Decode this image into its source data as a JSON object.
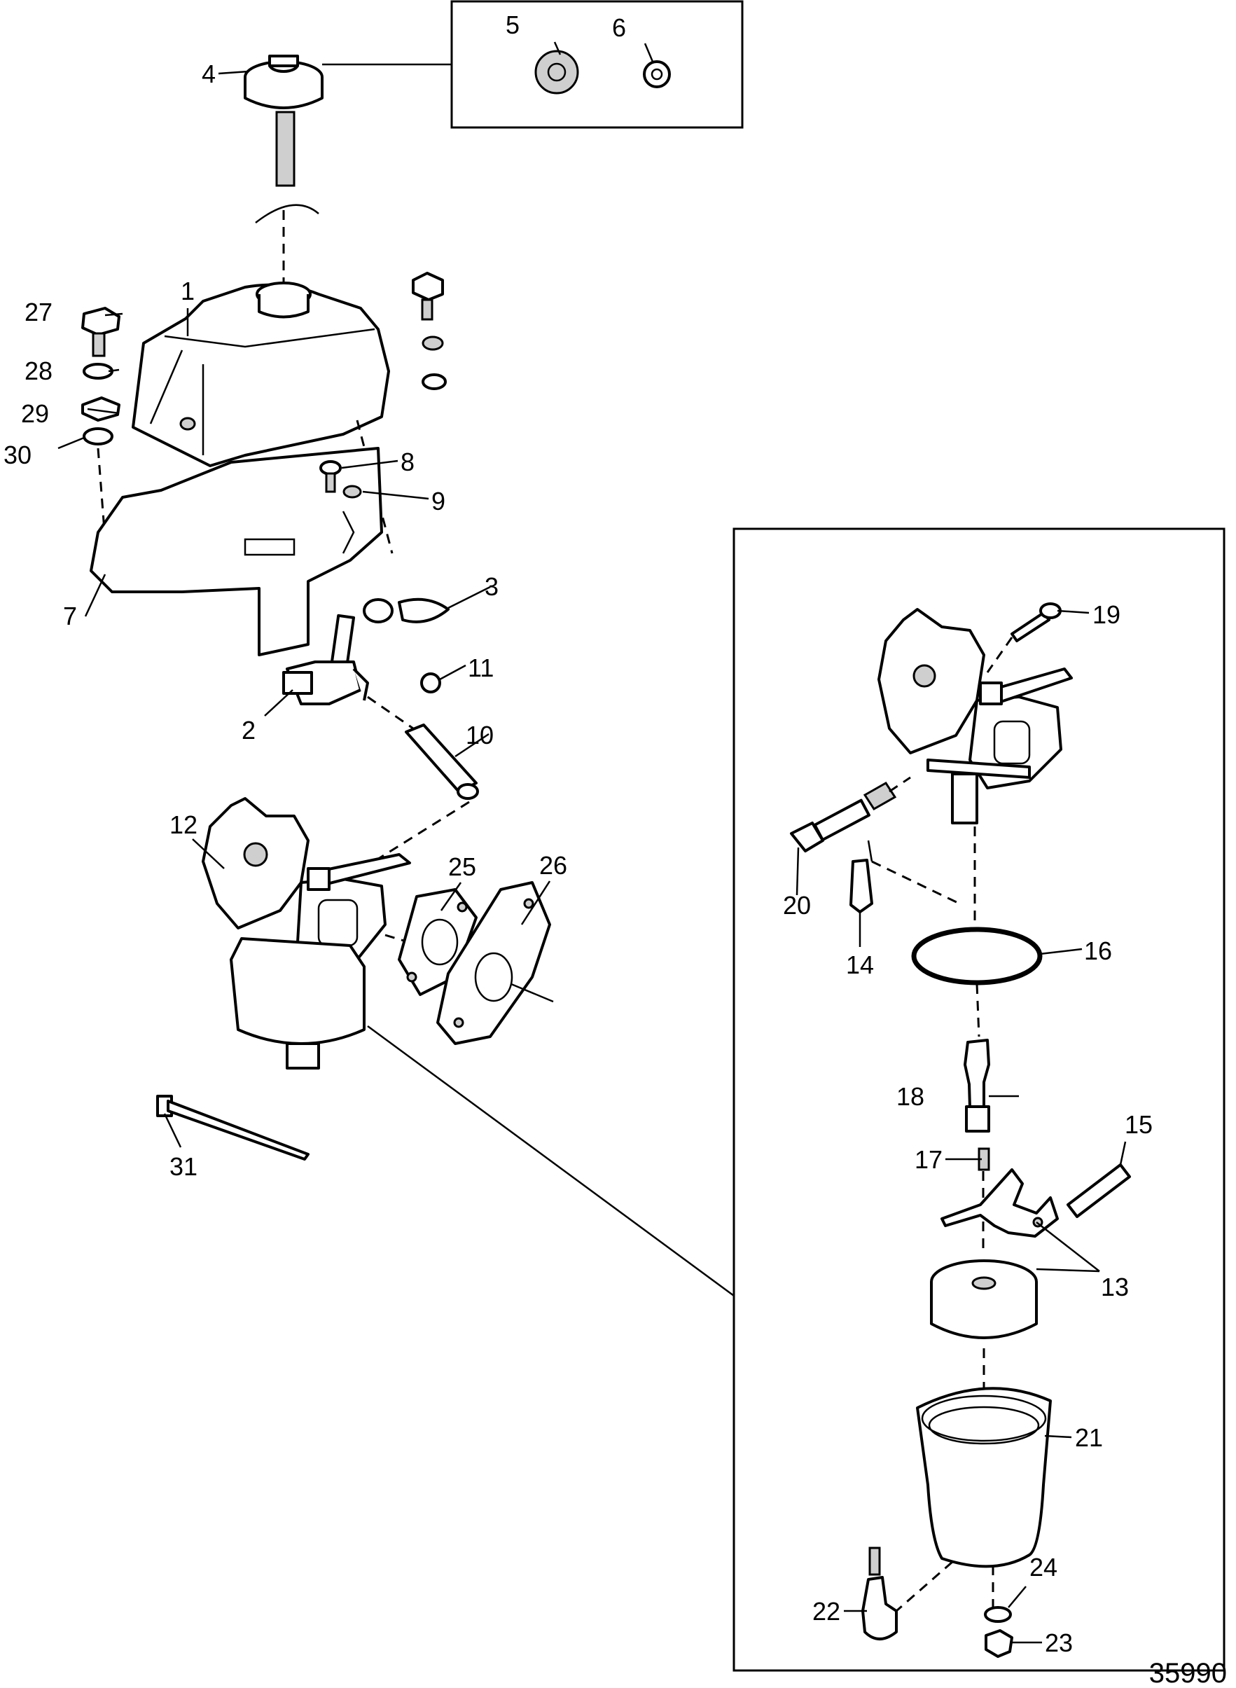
{
  "figure_number": "35990",
  "callouts": {
    "c1": "1",
    "c2": "2",
    "c3": "3",
    "c4": "4",
    "c5": "5",
    "c6": "6",
    "c7": "7",
    "c8": "8",
    "c9": "9",
    "c10": "10",
    "c11": "11",
    "c12": "12",
    "c13": "13",
    "c14": "14",
    "c15": "15",
    "c16": "16",
    "c17": "17",
    "c18": "18",
    "c19": "19",
    "c20": "20",
    "c21": "21",
    "c22": "22",
    "c23": "23",
    "c24": "24",
    "c25": "25",
    "c26": "26",
    "c27": "27",
    "c28": "28",
    "c29": "29",
    "c30": "30",
    "c31": "31"
  }
}
